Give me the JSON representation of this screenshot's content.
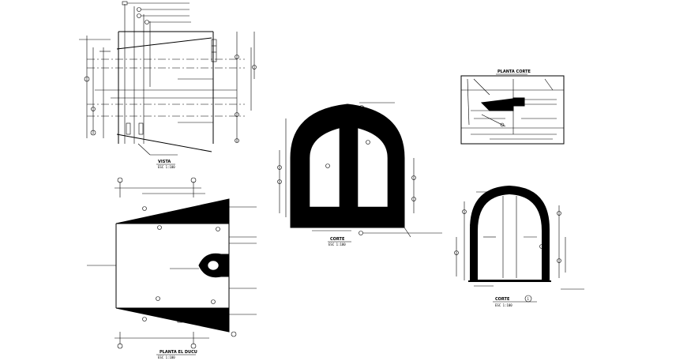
{
  "drawing": {
    "views": {
      "top_view": {
        "title": "VISTA",
        "scale": "ESC 1:100"
      },
      "plan_view": {
        "title": "PLANTA EL DUCU",
        "scale": "ESC 1:100"
      },
      "section_a": {
        "title": "CORTE",
        "scale": "ESC 1:100"
      },
      "section_b": {
        "title": "CORTE",
        "scale": "ESC 1:100",
        "marker": "1"
      },
      "detail_plan": {
        "title": "PLANTA CORTE"
      }
    }
  }
}
